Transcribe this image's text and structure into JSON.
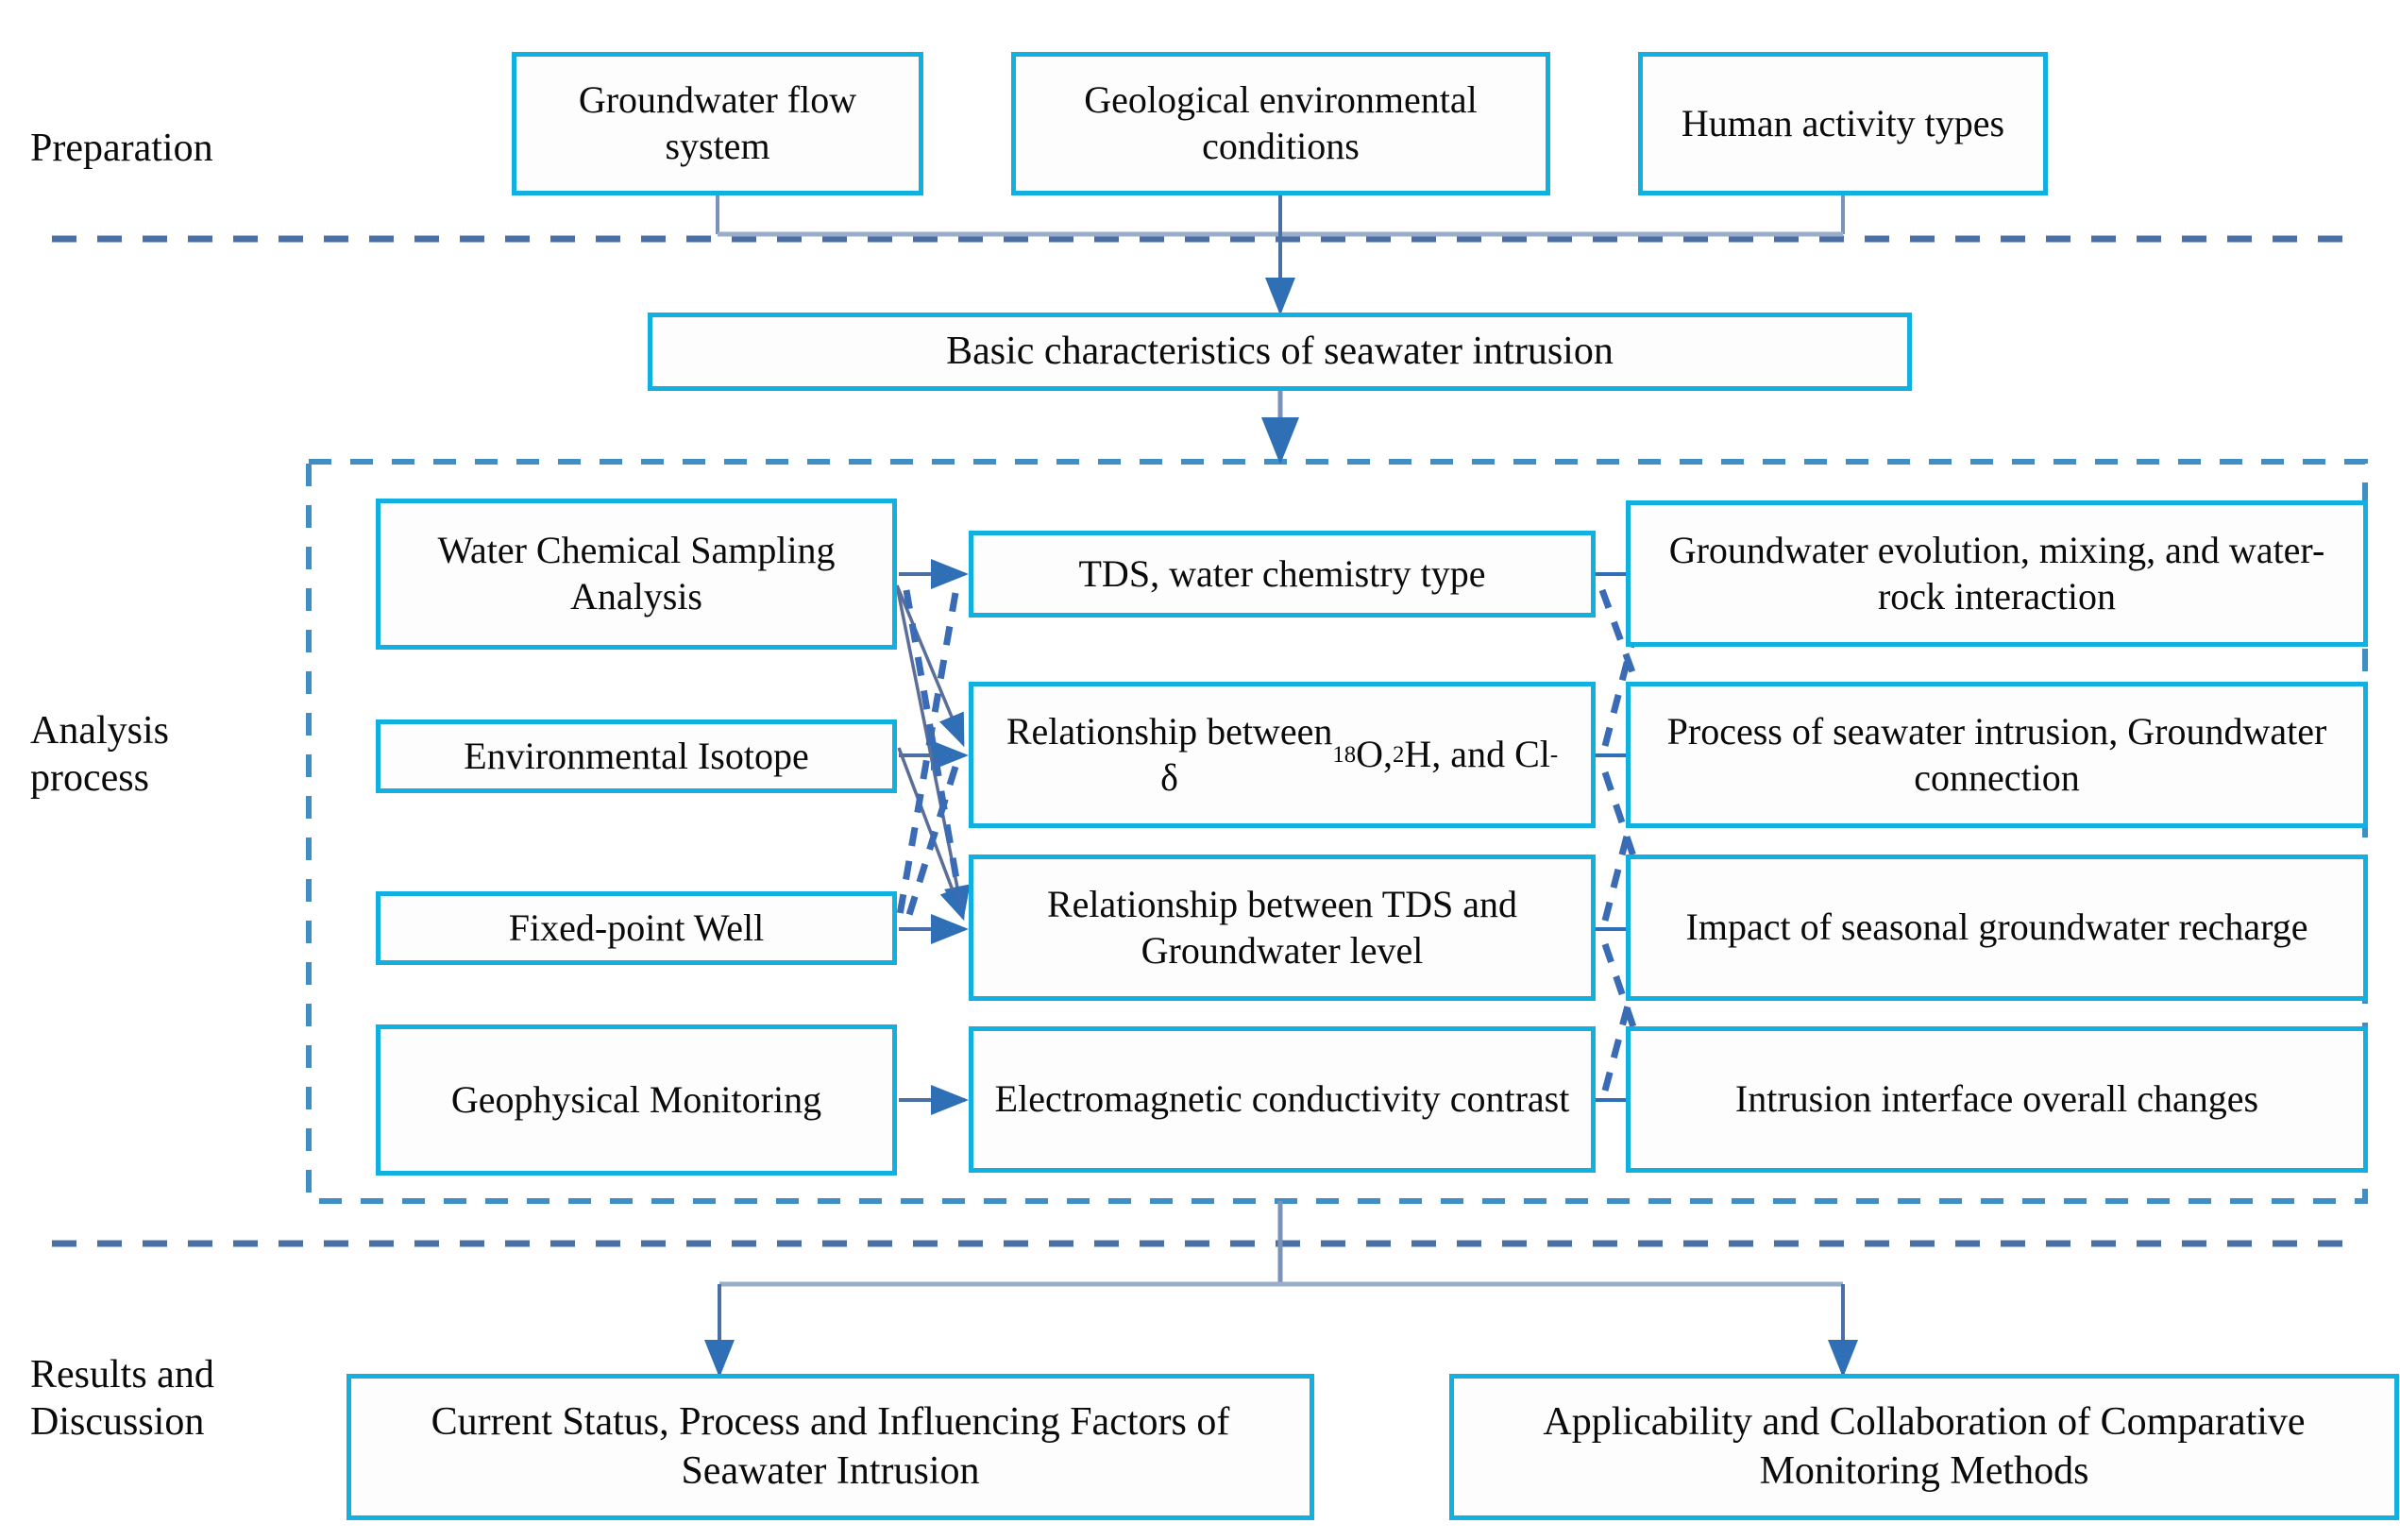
{
  "diagram": {
    "title": "Seawater intrusion research workflow",
    "colors": {
      "node_border": "#12b0e0",
      "solid_arrow": "#4a6fa5",
      "dashed_arrow": "#3a6bb5",
      "section_divider": "#4a6fa5",
      "group_border": "#3f8fc4",
      "text": "#0a0a0a",
      "background": "#ffffff"
    },
    "stages": [
      {
        "id": "preparation",
        "label": "Preparation"
      },
      {
        "id": "analysis",
        "label": "Analysis\nprocess"
      },
      {
        "id": "results",
        "label": "Results and\nDiscussion"
      }
    ],
    "preparation": {
      "inputs": [
        {
          "id": "groundwater-flow-system",
          "label": "Groundwater flow system"
        },
        {
          "id": "geological-environmental-conditions",
          "label": "Geological environmental conditions"
        },
        {
          "id": "human-activity-types",
          "label": "Human activity types"
        }
      ],
      "summary": {
        "id": "basic-characteristics",
        "label": "Basic characteristics of seawater intrusion"
      }
    },
    "analysis": {
      "methods": [
        {
          "id": "water-chemical-sampling-analysis",
          "label": "Water Chemical Sampling Analysis"
        },
        {
          "id": "environmental-isotope",
          "label": "Environmental Isotope"
        },
        {
          "id": "fixed-point-well",
          "label": "Fixed-point Well"
        },
        {
          "id": "geophysical-monitoring",
          "label": "Geophysical Monitoring"
        }
      ],
      "indicators": [
        {
          "id": "tds-water-chemistry-type",
          "label": "TDS, water chemistry type",
          "html": "TDS, water chemistry type"
        },
        {
          "id": "relationship-isotopes-chloride",
          "label": "Relationship between δ18O, 2H, and Cl-",
          "html": "Relationship between<br>&delta;<sup>18</sup>O, <sup>2</sup>H, and Cl<sup>-</sup>"
        },
        {
          "id": "relationship-tds-groundwater-level",
          "label": "Relationship between TDS and Groundwater level",
          "html": "Relationship between TDS and Groundwater level"
        },
        {
          "id": "electromagnetic-conductivity-contrast",
          "label": "Electromagnetic conductivity contrast",
          "html": "Electromagnetic conductivity contrast"
        }
      ],
      "interpretations": [
        {
          "id": "groundwater-evolution-mixing",
          "label": "Groundwater evolution, mixing, and water-rock interaction"
        },
        {
          "id": "process-of-seawater-intrusion",
          "label": "Process of seawater intrusion, Groundwater connection"
        },
        {
          "id": "impact-seasonal-groundwater-recharge",
          "label": "Impact of seasonal groundwater recharge"
        },
        {
          "id": "intrusion-interface-overall-changes",
          "label": "Intrusion interface overall changes"
        }
      ]
    },
    "results": {
      "outputs": [
        {
          "id": "current-status-process-influencing-factors",
          "label": "Current Status, Process and Influencing Factors of Seawater Intrusion"
        },
        {
          "id": "applicability-collaboration-monitoring",
          "label": "Applicability and Collaboration of Comparative Monitoring Methods"
        }
      ]
    }
  }
}
